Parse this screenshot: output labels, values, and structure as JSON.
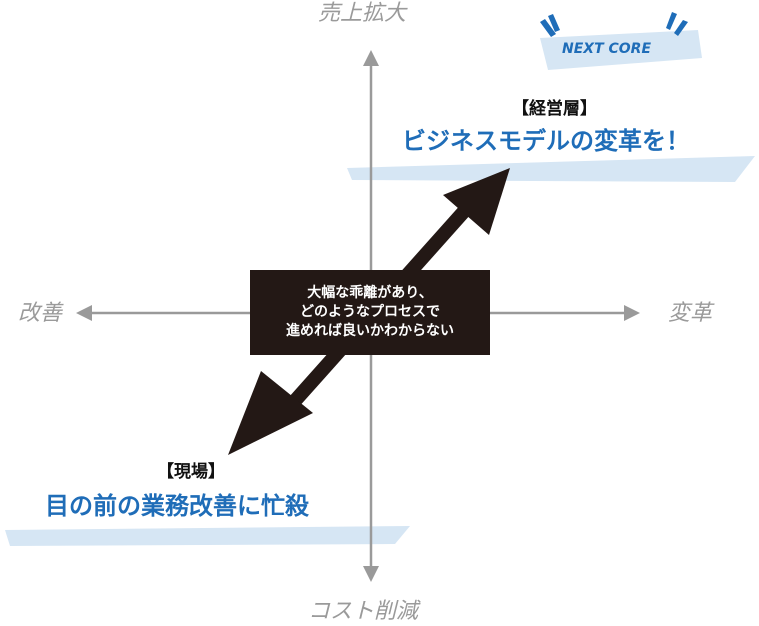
{
  "axes": {
    "top": "売上拡大",
    "bottom": "コスト削減",
    "left": "改善",
    "right": "変革"
  },
  "management": {
    "tag": "【経営層】",
    "headline": "ビジネスモデルの変革を！"
  },
  "field": {
    "tag": "【現場】",
    "headline": "目の前の業務改善に忙殺"
  },
  "center_box": {
    "line1": "大幅な乖離があり、",
    "line2": "どのようなプロセスで",
    "line3": "進めれば良いかわからない"
  },
  "logo": {
    "text": "NEXT CORE"
  },
  "colors": {
    "axis": "#9a9a9a",
    "accent_blue": "#1f6db8",
    "band_blue": "#d6e6f4",
    "arrow": "#231815",
    "box_bg": "#231815"
  }
}
